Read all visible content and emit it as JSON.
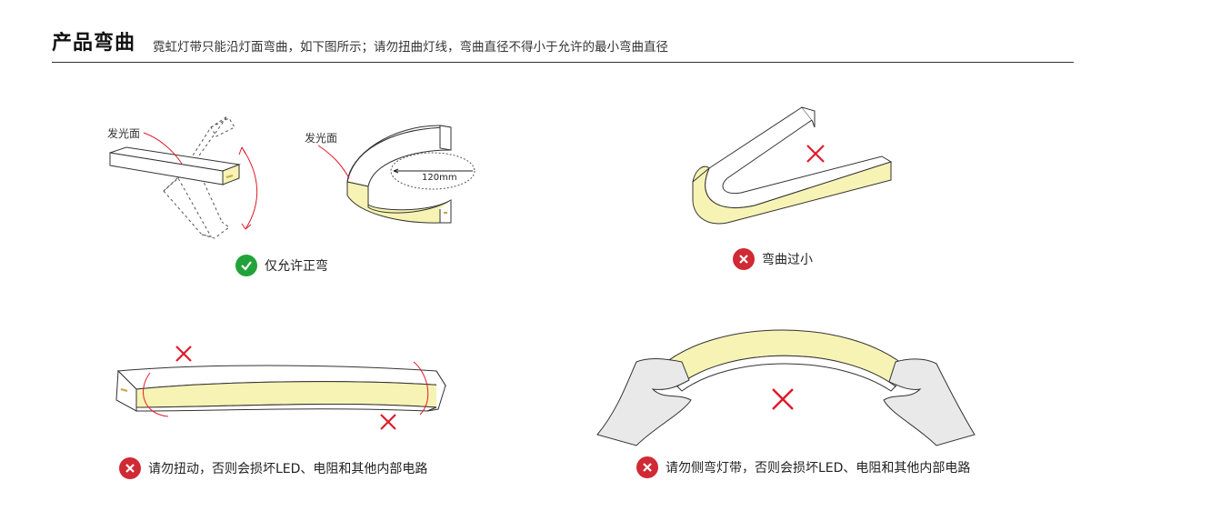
{
  "header": {
    "title": "产品弯曲",
    "subtitle": "霓虹灯带只能沿灯面弯曲，如下图所示；请勿扭曲灯线，弯曲直径不得小于允许的最小弯曲直径"
  },
  "figures": {
    "emitting_face_label_1": "发光面",
    "emitting_face_label_2": "发光面",
    "diameter_label": "120mm"
  },
  "captions": {
    "ok_bend": "仅允许正弯",
    "too_small": "弯曲过小",
    "no_twist": "请勿扭动，否则会损坏LED、电阻和其他内部电路",
    "no_side_bend": "请勿侧弯灯带，否则会损坏LED、电阻和其他内部电路"
  },
  "colors": {
    "ok": "#22a33a",
    "error": "#d02a35",
    "strip_face": "#f7f3b4",
    "red_mark": "#e01b2a"
  },
  "icons": {
    "ok": "check-circle-icon",
    "error": "x-circle-icon"
  }
}
